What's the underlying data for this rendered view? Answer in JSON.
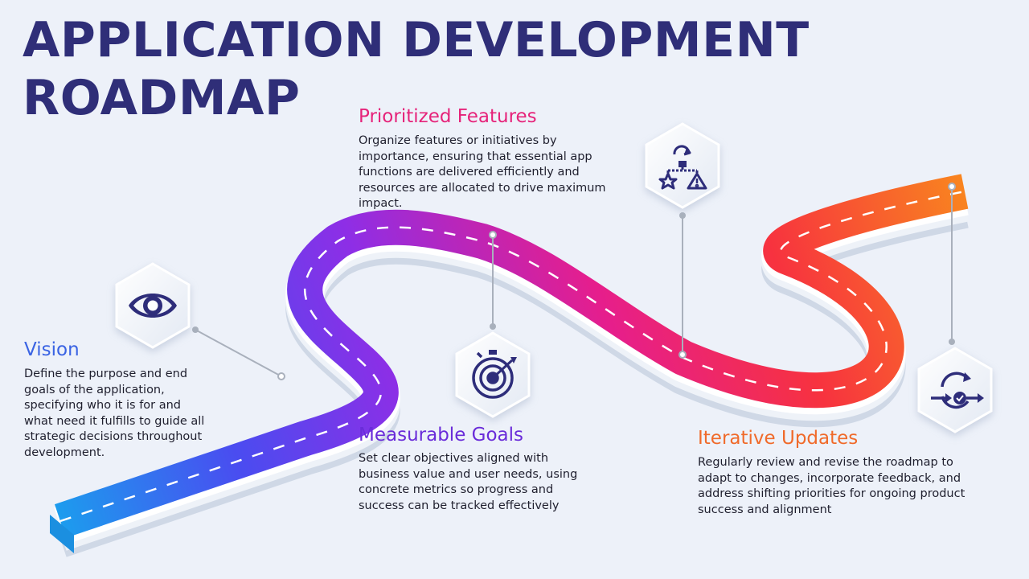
{
  "header": {
    "title_line1": "APPLICATION DEVELOPMENT",
    "title_line2": "ROADMAP"
  },
  "steps": [
    {
      "title": "Vision",
      "description": "Define the purpose and end goals of the application, specifying who it is for and what need it fulfills to guide all strategic decisions throughout development.",
      "icon": "eye-icon",
      "color": "#3a63e3"
    },
    {
      "title": "Prioritized Features",
      "description": "Organize features or initiatives by importance, ensuring that essential app functions are delivered efficiently and resources are allocated to drive maximum impact.",
      "icon": "workflow-priority-icon",
      "color": "#e6237a"
    },
    {
      "title": "Measurable Goals",
      "description": "Set clear objectives aligned with business value and user needs, using concrete metrics so progress and success can be tracked effectively",
      "icon": "target-stopwatch-icon",
      "color": "#6a2cd9"
    },
    {
      "title": "Iterative Updates",
      "description": "Regularly review and revise the roadmap to adapt to changes, incorporate feedback, and address shifting priorities for ongoing product success and alignment",
      "icon": "iteration-cycle-icon",
      "color": "#f06a2a"
    }
  ],
  "road": {
    "gradient_colors": [
      "#1aa0ee",
      "#4a4cf0",
      "#8e2ee6",
      "#e61e8c",
      "#f7323f",
      "#f98a1d"
    ],
    "icon_color": "#2e2d7a"
  }
}
